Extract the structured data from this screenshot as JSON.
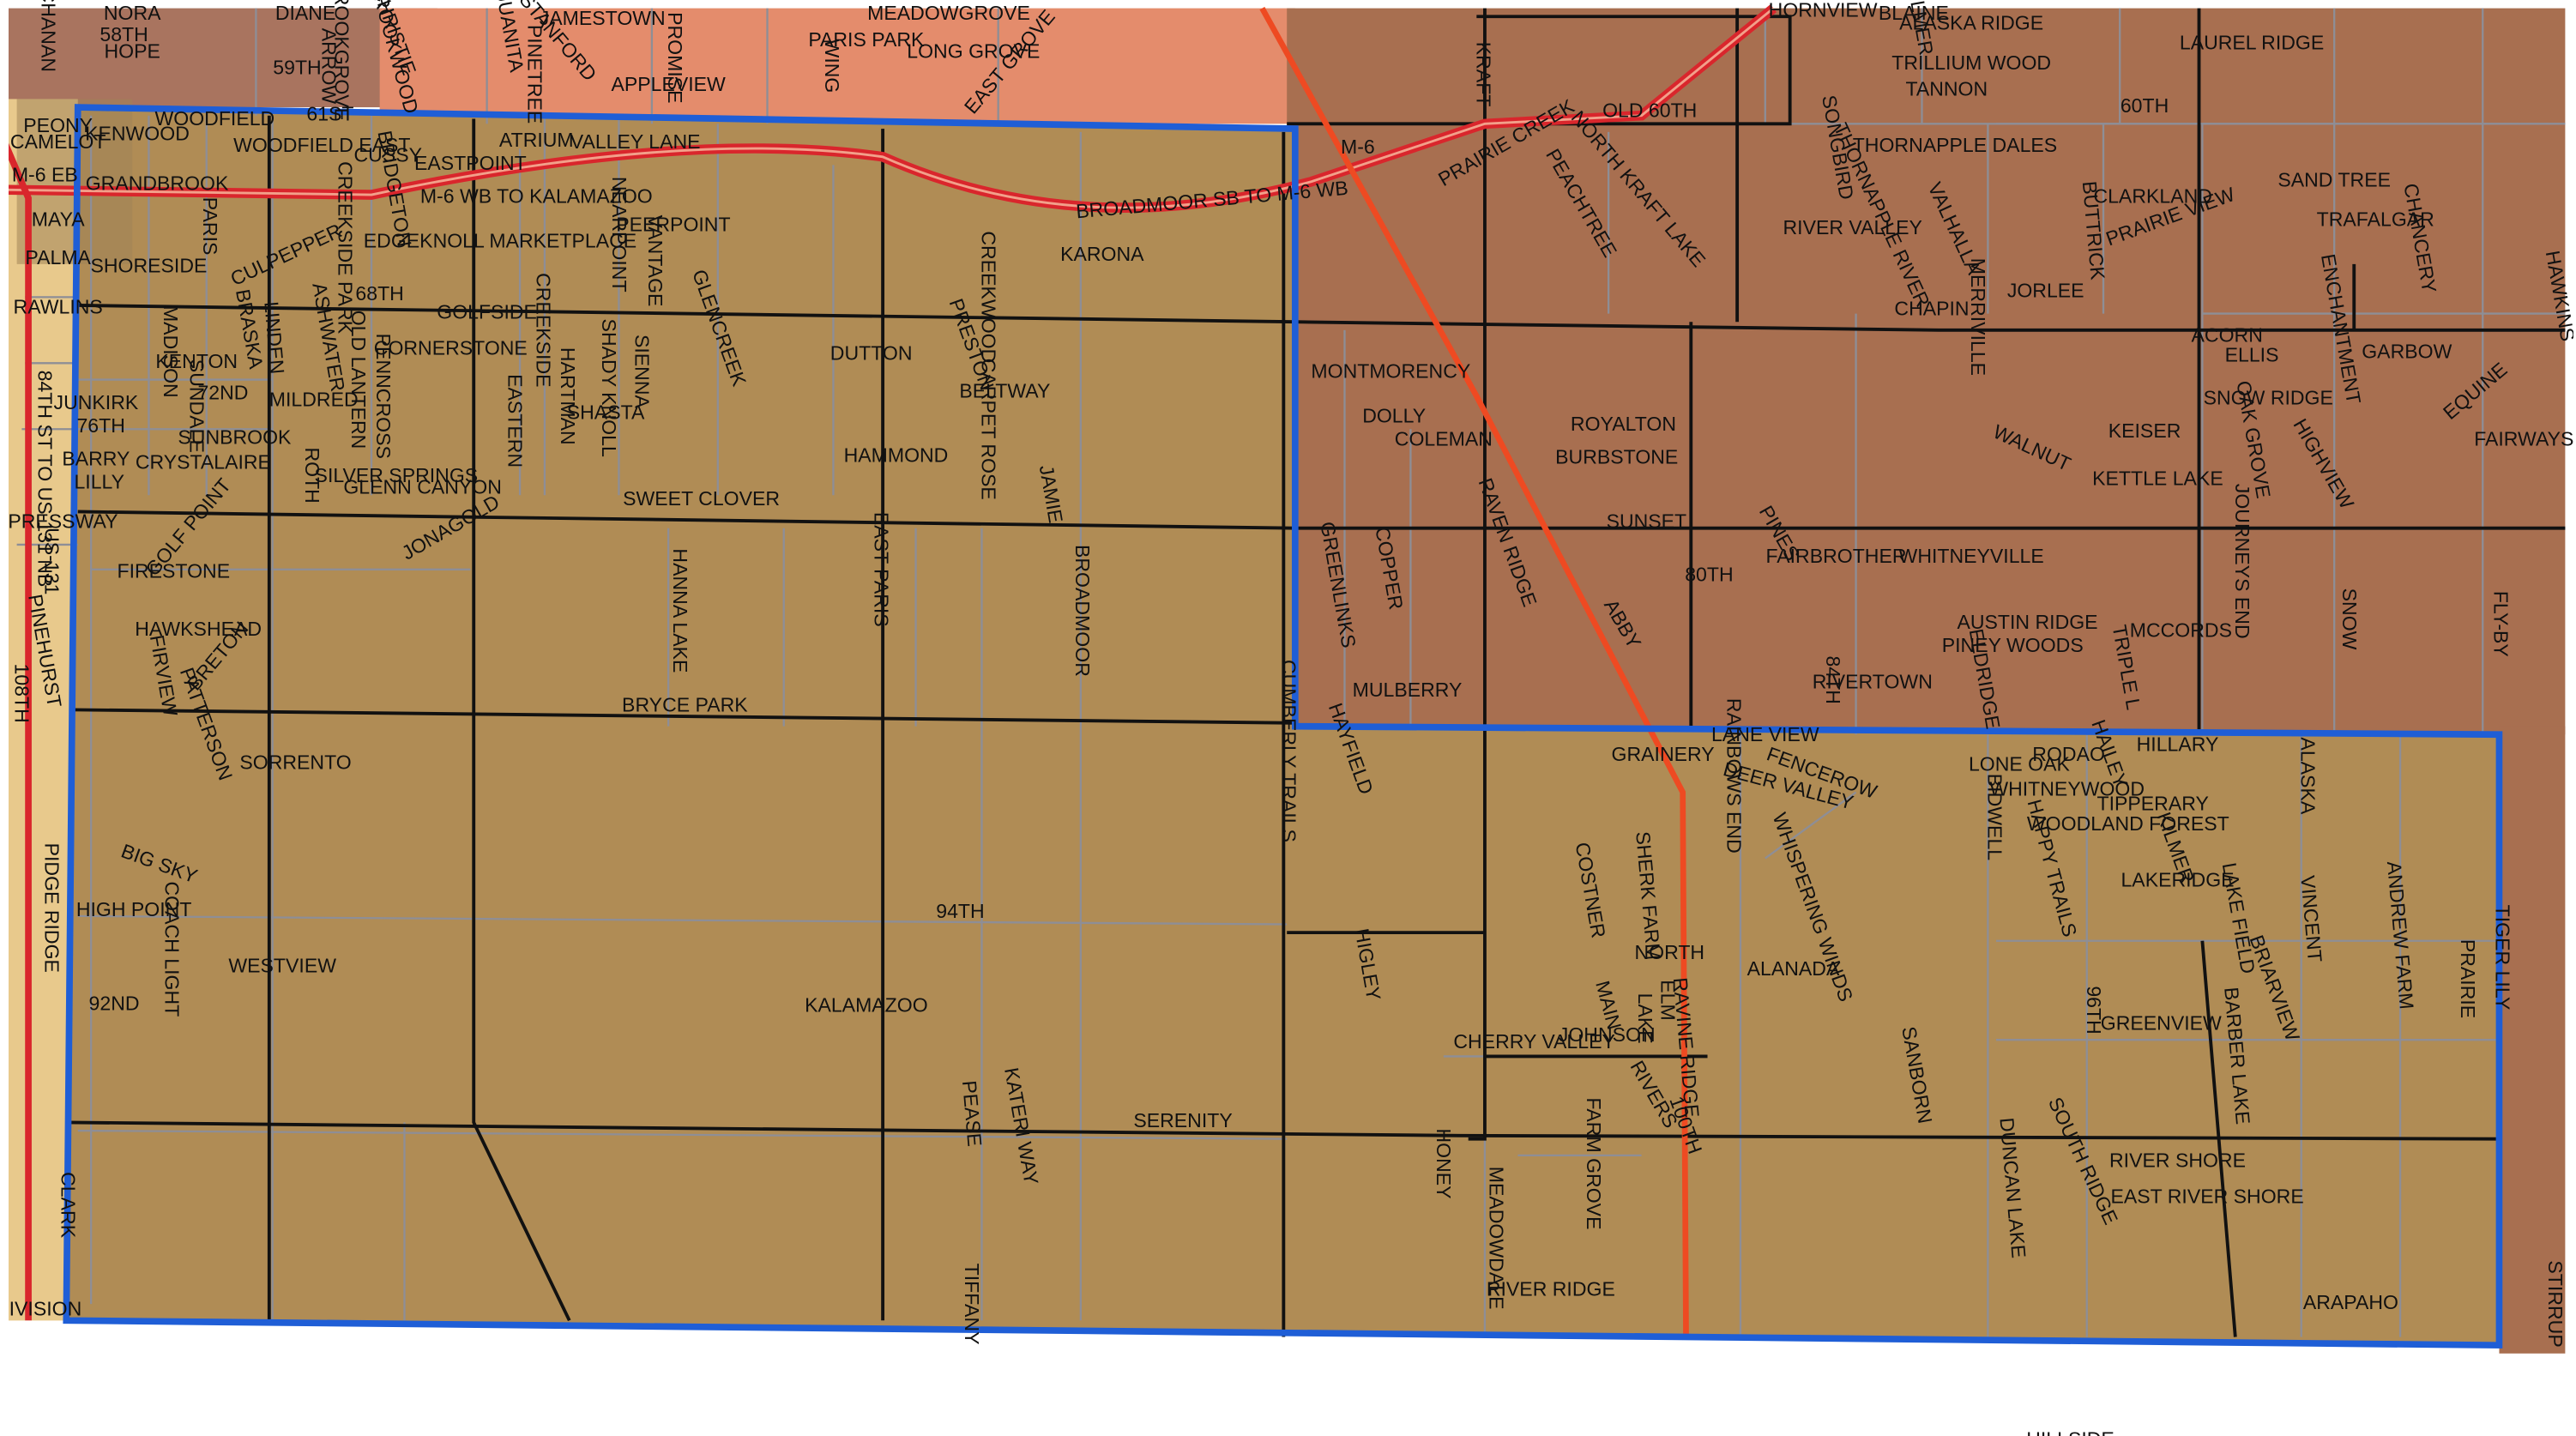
{
  "map": {
    "road_labels": [
      "BUCHANAN",
      "NORA",
      "DIANE",
      "CHRISTIE",
      "JUANITA",
      "JAMESTOWN",
      "MEADOWGROVE",
      "HORNVIEW",
      "ALASKA RIDGE",
      "KILMER",
      "LAUREL RIDGE",
      "58TH",
      "HOPE",
      "59TH",
      "STANFORD",
      "PINETREE",
      "APPLEVIEW",
      "PROMISE",
      "PARIS PARK",
      "LONG GROVE",
      "EAST GROVE",
      "WING",
      "TRILLIUM WOOD",
      "TANNON",
      "KENWOOD",
      "PEONY",
      "CAMELOT",
      "61ST",
      "WOODFIELD",
      "WOODFIELD EAST",
      "VALLEY LANE",
      "ATRIUM",
      "CUSSY",
      "EASTPOINT",
      "60TH",
      "OLD 60TH",
      "KRAFT",
      "PRAIRIE CREEK",
      "M-6 EB",
      "GRANDBROOK",
      "M-6 WB TO KALAMAZOO",
      "BROADMOOR SB TO M-6 WB",
      "M-6",
      "SONGBIRD",
      "THORNAPPLE DALES",
      "SAND TREE",
      "CLARKLAND",
      "MAYA",
      "PALMA",
      "EDGEKNOLL MARKETPLACE",
      "PEERPOINT",
      "NEARPOINT",
      "VANTAGE",
      "PARIS",
      "SHORESIDE",
      "RAWLINS",
      "CULPEPPER",
      "CREEKSIDE PARK",
      "68TH",
      "KARONA",
      "NORTH KRAFT LAKE",
      "PEACHTREE",
      "RIVER VALLEY",
      "THORNAPPLE RIVER",
      "VALHALLA",
      "BUTTRICK",
      "PRAIRIE VIEW",
      "TRAFALGAR",
      "CHANCERY",
      "GOLFSIDE",
      "CREEKSIDE",
      "MADISON",
      "KENTON",
      "SUNDALE",
      "72ND",
      "MILDRED",
      "ASHWATER",
      "OLD LANTERN",
      "PENNCROSS",
      "CORNERSTONE",
      "HARTMAN",
      "SHADY KNOLL",
      "SIENNA",
      "GLENCREEK",
      "DUTTON",
      "PRESTON",
      "CREEKWOOD",
      "JORLEE",
      "CHAPIN",
      "MERRIVILLE",
      "BELTWAY",
      "MONTMORENCY",
      "ROYALTON",
      "BURBSTONE",
      "WALNUT",
      "KEISER",
      "ACORN",
      "ELLIS",
      "ENCHANTMENT",
      "GARBOW",
      "SNOW RIDGE",
      "FAIRWAYS",
      "HAWKINS",
      "EQUINE",
      "DOLLY",
      "COLEMAN",
      "SUNBROOK",
      "CRYSTALAIRE",
      "SILVER SPRINGS",
      "GLENN CANYON",
      "SHASTA",
      "HAMMOND",
      "CARPET ROSE",
      "JAMIE",
      "ROTH",
      "BARRY",
      "LILLY",
      "JUNKIRK",
      "76TH",
      "SWEET CLOVER",
      "SUNSET",
      "KETTLE LAKE",
      "OAK GROVE",
      "HIGHVIEW",
      "JONAGOLD",
      "GOLF POINT",
      "GREENLINKS",
      "COPPER",
      "RAVEN RIDGE",
      "PINES",
      "FAIRBROTHER",
      "WHITNEYVILLE",
      "JOURNEYS END",
      "80TH",
      "FIRESTONE",
      "HAWKSHEAD",
      "BRETON",
      "HANNA LAKE",
      "EAST PARIS",
      "BROADMOOR",
      "ABBY",
      "AUSTIN RIDGE",
      "PINEY WOODS",
      "TRIPLE L",
      "MCCORDS",
      "SNOW",
      "FLY-BY",
      "MULBERRY",
      "RIVERTOWN",
      "ELDRIDGE",
      "84TH",
      "BRYCE PARK",
      "FIRVIEW",
      "PATTERSON",
      "CUMBERLY TRAILS",
      "HAYFIELD",
      "LANE VIEW",
      "GRAINERY",
      "RAINBOWS END",
      "FENCEROW",
      "DEER VALLEY",
      "HILLARY",
      "HAILEY",
      "RODAO",
      "LONE OAK",
      "WHITNEYWOOD",
      "TIPPERARY",
      "WOODLAND FOREST",
      "ALASKA",
      "BIDWELL",
      "HAPPY TRAILS",
      "SORRENTO",
      "BIG SKY",
      "HIGH POINT",
      "COACH LIGHT",
      "WESTVIEW",
      "92ND",
      "94TH",
      "ALANADA",
      "COSTNER",
      "SHERK FARM",
      "WHISPERING WINDS",
      "LAKERIDGE",
      "LAKE FIELD",
      "VINCENT",
      "ANDREW FARM",
      "PRAIRIE",
      "TIGER LILY",
      "HIGLEY",
      "NORTH",
      "ELM",
      "LAKE",
      "MAIN",
      "JOHNSON",
      "CHERRY VALLEY",
      "RAVINE RIDGE",
      "SANBORN",
      "96TH",
      "GREENVIEW",
      "BARBER LAKE",
      "BRIARVIEW",
      "KALAMAZOO",
      "PEASE",
      "KATERI WAY",
      "SERENITY",
      "100TH",
      "RIVERS",
      "HONEY",
      "FARM GROVE",
      "MEADOWDALE",
      "DUNCAN LAKE",
      "SOUTH RIDGE",
      "RIVER SHORE",
      "EAST RIVER SHORE",
      "ARAPAHO",
      "RIVER RIDGE",
      "PIDGE RIDGE",
      "CLARK",
      "DIVISION",
      "108TH",
      "US-131",
      "PINEHURST",
      "84TH ST TO US-131 NB",
      "EXPRESSWAY",
      "TIFFANY",
      "STIRRUP",
      "BRASKA",
      "LINDEN",
      "EASTERN",
      "BRIDGETON",
      "BROOKWOOD",
      "BROOKGROVE",
      "ARROW",
      "BLAINE",
      "KILMER",
      "HILLSIDE"
    ],
    "zones": {
      "north_west_color": "#a9745f",
      "north_mid_color": "#e48c6c",
      "north_east_color": "#a86f50",
      "study_area_color": "#b08c55",
      "west_strip_color": "#e8c98c",
      "boundary_color": "#1f5ed6",
      "broadmoor_color": "#ee4a22",
      "highway_color": "#d9262c"
    }
  }
}
